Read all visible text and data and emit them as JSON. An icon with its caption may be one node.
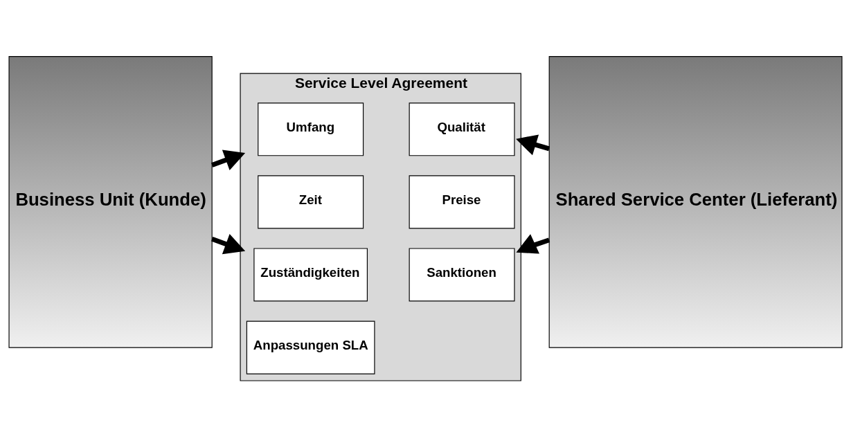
{
  "diagram": {
    "nodes": [
      {
        "text": [
          "Business Unit (Kunde)"
        ]
      },
      {
        "text": [
          "Service Level Agreement"
        ]
      },
      {
        "text": [
          "Umfang"
        ],
        "in": 1
      },
      {
        "text": [
          "Qualität"
        ],
        "in": 1
      },
      {
        "text": [
          "Zeit"
        ],
        "in": 1
      },
      {
        "text": [
          "Preise"
        ],
        "in": 1
      },
      {
        "text": [
          "Zuständigkeiten"
        ],
        "in": 1
      },
      {
        "text": [
          "Sanktionen"
        ],
        "in": 1
      },
      {
        "text": [
          "Anpassungen SLA"
        ],
        "in": 1
      },
      {
        "text": [
          "Shared Service Center (Lieferant)"
        ]
      }
    ],
    "edges": [
      {
        "from": 0,
        "to": 1,
        "arrow": "to"
      },
      {
        "from": 0,
        "to": 1,
        "arrow": "to"
      },
      {
        "from": 9,
        "to": 1,
        "arrow": "to"
      },
      {
        "from": 9,
        "to": 1,
        "arrow": "to"
      }
    ]
  }
}
